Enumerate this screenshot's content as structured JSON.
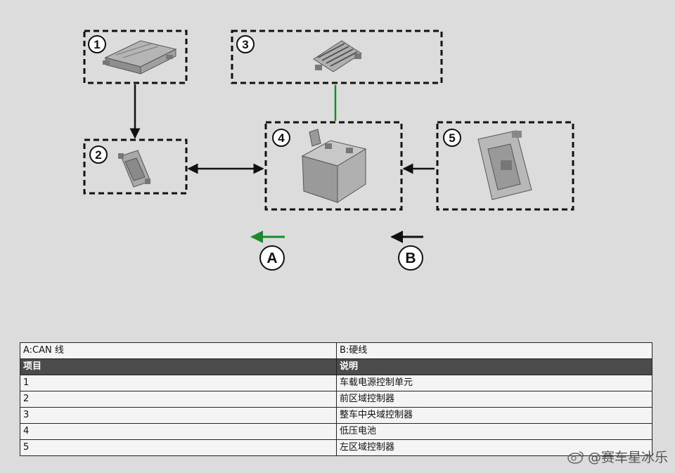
{
  "diagram": {
    "nodes": [
      {
        "id": "1",
        "label": "1",
        "name": "车载电源控制单元"
      },
      {
        "id": "2",
        "label": "2",
        "name": "前区域控制器"
      },
      {
        "id": "3",
        "label": "3",
        "name": "整车中央域控制器"
      },
      {
        "id": "4",
        "label": "4",
        "name": "低压电池"
      },
      {
        "id": "5",
        "label": "5",
        "name": "左区域控制器"
      }
    ],
    "connections": [
      {
        "from": "1",
        "to": "2",
        "type": "hardwire",
        "direction": "to"
      },
      {
        "from": "2",
        "to": "4",
        "type": "hardwire",
        "direction": "both"
      },
      {
        "from": "3",
        "to": "4",
        "type": "can",
        "direction": "none"
      },
      {
        "from": "5",
        "to": "4",
        "type": "hardwire",
        "direction": "to"
      }
    ],
    "legend": [
      {
        "symbol": "A",
        "line_color": "#1a8a2a"
      },
      {
        "symbol": "B",
        "line_color": "#111111"
      }
    ]
  },
  "table": {
    "top_row": [
      "A:CAN 线",
      "B:硬线"
    ],
    "header": [
      "项目",
      "说明"
    ],
    "rows": [
      [
        "1",
        "车载电源控制单元"
      ],
      [
        "2",
        "前区域控制器"
      ],
      [
        "3",
        "整车中央域控制器"
      ],
      [
        "4",
        "低压电池"
      ],
      [
        "5",
        "左区域控制器"
      ]
    ]
  },
  "watermark": "@赛车星冰乐",
  "colors": {
    "can_line": "#1a8a2a",
    "hard_line": "#111111",
    "header_bg": "#4b4b4b"
  }
}
